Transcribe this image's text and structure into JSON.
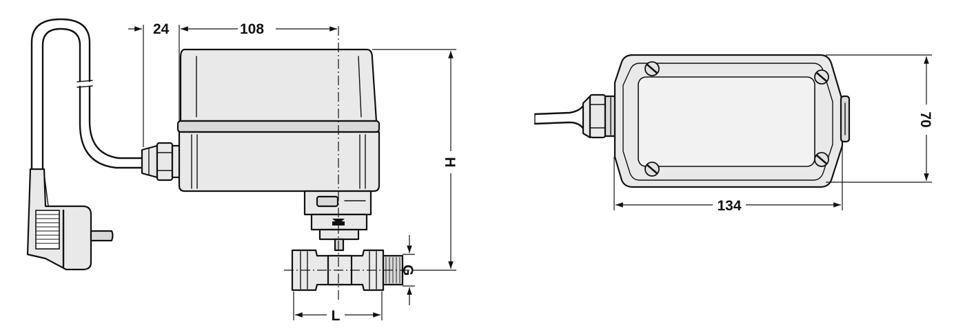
{
  "dimensions": {
    "cable_gland_offset": "24",
    "actuator_width": "108",
    "overall_height": "H",
    "thread_size": "G",
    "valve_length": "L",
    "top_view_length": "134",
    "top_view_width": "70"
  }
}
